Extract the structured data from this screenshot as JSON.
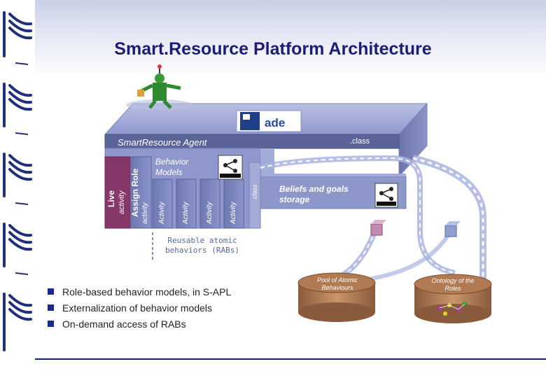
{
  "title": "Smart.Resource Platform Architecture",
  "agent": {
    "label": "SmartResource Agent",
    "class_label": ".class",
    "side_class_label": "class",
    "jade_logo": "jade-logo"
  },
  "behavior_models": {
    "label": "Behavior\nModels",
    "rdf_icon": "rdf-icon"
  },
  "columns": {
    "live": "Live",
    "live_activity": "activity",
    "assign_role": "Assign Role",
    "assign_activity": "activity",
    "activities": [
      "Activity",
      "Activity",
      "Activity",
      "Activity"
    ]
  },
  "beliefs": {
    "label": "Beliefs and goals storage",
    "rdf_icon": "rdf-icon"
  },
  "rabs": {
    "label": "Reusable atomic behaviors (RABs)"
  },
  "stores": {
    "pool_label": "Pool of Atomic Behaviours",
    "ontology_label": "Ontology of the Roles"
  },
  "bullets": [
    "Role-based behavior models, in S-APL",
    "Externalization of behavior models",
    "On-demand access of RABs"
  ],
  "colors": {
    "title": "#1d1d78",
    "slab": "#8e97c9",
    "column": "#7f89bf",
    "live_column": "#8c3d6a",
    "cylinder": "#b07a52",
    "bullet": "#1a2a8a"
  }
}
